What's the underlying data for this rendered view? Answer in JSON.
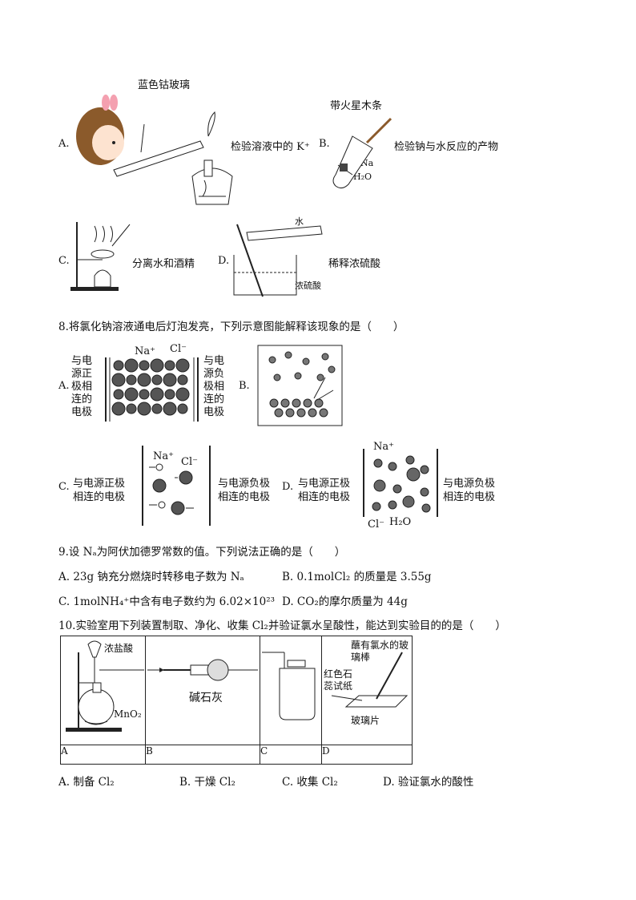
{
  "q7": {
    "A": {
      "letter": "A.",
      "caption": "检验溶液中的 K⁺",
      "figure_label": "蓝色钴玻璃"
    },
    "B": {
      "letter": "B.",
      "caption": "检验钠与水反应的产物",
      "fig_label1": "带火星木条",
      "fig_label2": "Na",
      "fig_label3": "H₂O"
    },
    "C": {
      "letter": "C.",
      "caption": "分离水和酒精"
    },
    "D": {
      "letter": "D.",
      "caption": "稀释浓硫酸",
      "fig_label1": "水",
      "fig_label2": "浓硫酸"
    }
  },
  "q8": {
    "stem": "8.将氯化钠溶液通电后灯泡发亮，下列示意图能解释该现象的是（　　）",
    "A": {
      "letter": "A.",
      "left": "与电源正极相连的电极",
      "right": "与电源负极相连的电极",
      "na": "Na⁺",
      "cl": "Cl⁻"
    },
    "B": {
      "letter": "B."
    },
    "C": {
      "letter": "C.",
      "left1": "与电源正极",
      "left2": "相连的电极",
      "right1": "与电源负极",
      "right2": "相连的电极",
      "na": "Na⁺",
      "cl": "Cl⁻"
    },
    "D": {
      "letter": "D.",
      "left1": "与电源正极",
      "left2": "相连的电极",
      "right1": "与电源负极",
      "right2": "相连的电极",
      "na": "Na⁺",
      "cl": "Cl⁻",
      "water": "H₂O"
    }
  },
  "q9": {
    "stem": "9.设 Nₐ为阿伏加德罗常数的值。下列说法正确的是（　　）",
    "A": "A. 23g 钠充分燃烧时转移电子数为 Nₐ",
    "B": "B. 0.1molCl₂ 的质量是 3.55g",
    "C": "C. 1molNH₄⁺中含有电子数约为 6.02×10²³",
    "D": "D. CO₂的摩尔质量为 44g"
  },
  "q10": {
    "stem": "10.实验室用下列装置制取、净化、收集 Cl₂并验证氯水呈酸性，能达到实验目的的是（　　）",
    "fig": {
      "acid": "浓盐酸",
      "mno2": "MnO₂",
      "lime": "碱石灰",
      "rod": "蘸有氯水的玻璃棒",
      "paper": "红色石蕊试纸",
      "glass": "玻璃片"
    },
    "cells": [
      "A",
      "B",
      "C",
      "D"
    ],
    "options": [
      "A. 制备 Cl₂",
      "B. 干燥 Cl₂",
      "C. 收集 Cl₂",
      "D. 验证氯水的酸性"
    ]
  }
}
